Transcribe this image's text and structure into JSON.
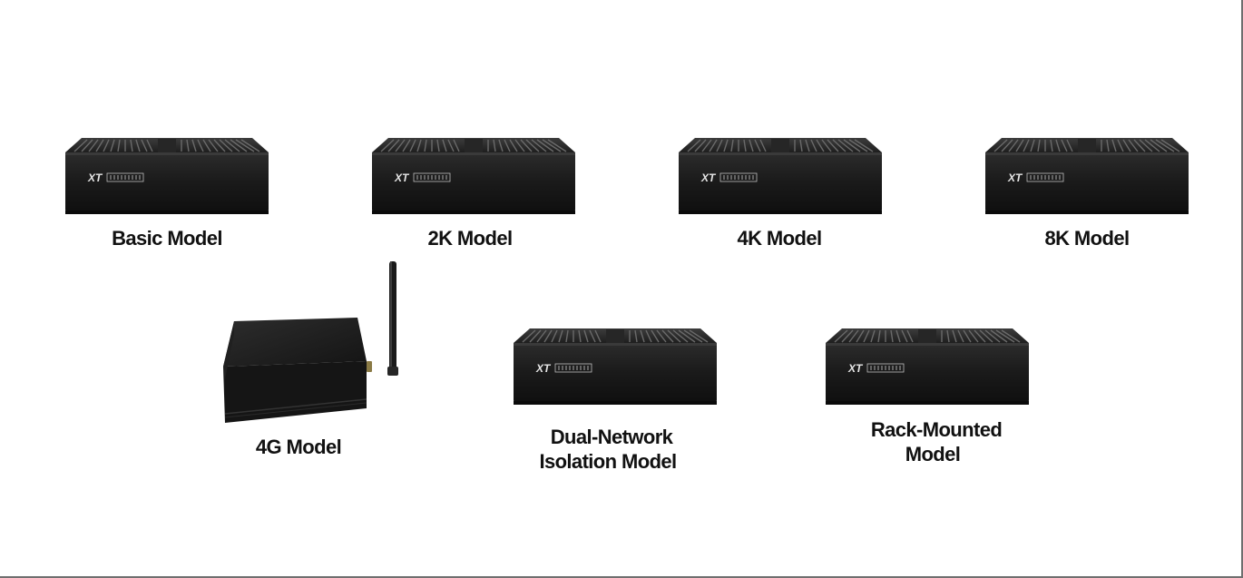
{
  "products": [
    {
      "id": "basic",
      "label": "Basic Model",
      "device": "fanless-box",
      "logo": "XT"
    },
    {
      "id": "2k",
      "label": "2K Model",
      "device": "fanless-box",
      "logo": "XT"
    },
    {
      "id": "4k",
      "label": "4K Model",
      "device": "fanless-box",
      "logo": "XT"
    },
    {
      "id": "8k",
      "label": "8K Model",
      "device": "fanless-box",
      "logo": "XT"
    },
    {
      "id": "4g",
      "label": "4G Model",
      "device": "box-with-antenna"
    },
    {
      "id": "dual",
      "label_line1": "Dual-Network",
      "label_line2": "Isolation Model",
      "device": "fanless-box",
      "logo": "XT"
    },
    {
      "id": "rack",
      "label_line1": "Rack-Mounted",
      "label_line2": "Model",
      "device": "fanless-box",
      "logo": "XT"
    }
  ],
  "colors": {
    "background": "#ffffff",
    "device_body": "#1c1c1c",
    "fins": "#3a3a3a",
    "text": "#111111"
  }
}
